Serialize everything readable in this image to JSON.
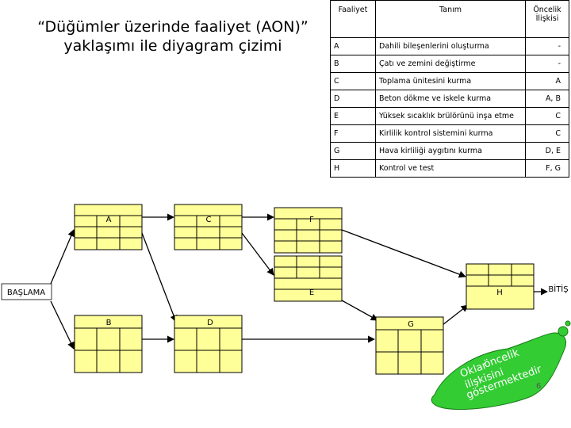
{
  "title": {
    "line1": "“Düğümler üzerinde faaliyet (AON)”",
    "line2": "yaklaşımı ile diyagram çizimi"
  },
  "table": {
    "headers": [
      "Faaliyet",
      "Tanım",
      "Öncelik İlişkisi"
    ],
    "rows": [
      [
        "A",
        "Dahili bileşenlerini oluşturma",
        "-"
      ],
      [
        "B",
        "Çatı ve zemini değiştirme",
        "-"
      ],
      [
        "C",
        "Toplama ünitesini kurma",
        "A"
      ],
      [
        "D",
        "Beton dökme ve iskele kurma",
        "A, B"
      ],
      [
        "E",
        "Yüksek sıcaklık brülörünü inşa etme",
        "C"
      ],
      [
        "F",
        "Kirlilik kontrol sistemini kurma",
        "C"
      ],
      [
        "G",
        "Hava kirliliği aygıtını kurma",
        "D, E"
      ],
      [
        "H",
        "Kontrol ve test",
        "F, G"
      ]
    ]
  },
  "nodes": {
    "start": "BAŞLAMA",
    "end": "BİTİŞ",
    "A": "A",
    "B": "B",
    "C": "C",
    "D": "D",
    "E": "E",
    "F": "F",
    "G": "G",
    "H": "H"
  },
  "note": {
    "line1": "öncelik",
    "line2": "Oklar",
    "line3": "ilişkisini",
    "line4": "göstermektedir"
  },
  "page_number": "6",
  "colors": {
    "note_fill": "#33cc33",
    "box_fill": "#ffff99",
    "stroke": "#000000"
  }
}
